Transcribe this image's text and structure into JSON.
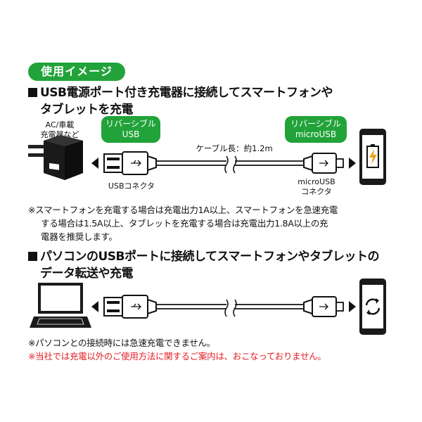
{
  "usage_tag": "使用イメージ",
  "section1": {
    "heading_line1": "USB電源ポート付き充電器に接続してスマートフォンや",
    "heading_line2": "タブレットを充電",
    "ac_label_line1": "AC/車載",
    "ac_label_line2": "充電器など",
    "bubble_usb_line1": "リバーシブル",
    "bubble_usb_line2": "USB",
    "bubble_micro_line1": "リバーシブル",
    "bubble_micro_line2": "microUSB",
    "cable_length": "ケーブル長：約1.2m",
    "usb_connector_label": "USBコネクタ",
    "micro_connector_label_line1": "microUSB",
    "micro_connector_label_line2": "コネクタ",
    "note_line1": "※スマートフォンを充電する場合は充電出力1A以上、スマートフォンを急速充電",
    "note_line2": "する場合は1.5A以上、タブレットを充電する場合は充電出力1.8A以上の充",
    "note_line3": "電器を推奨します。"
  },
  "section2": {
    "heading_line1": "パソコンのUSBポートに接続してスマートフォンやタブレットの",
    "heading_line2": "データ転送や充電",
    "note_black": "※パソコンとの接続時には急速充電できません。",
    "note_red": "※当社では充電以外のご使用方法に関するご案内は、おこなっておりません。"
  },
  "icons": {
    "charger": "wall-charger-icon",
    "laptop": "laptop-icon",
    "phone_charging": "phone-battery-charging-icon",
    "phone_sync": "phone-sync-icon"
  },
  "colors": {
    "accent": "#22a33a",
    "warning": "#e31b23",
    "ink": "#111111"
  }
}
